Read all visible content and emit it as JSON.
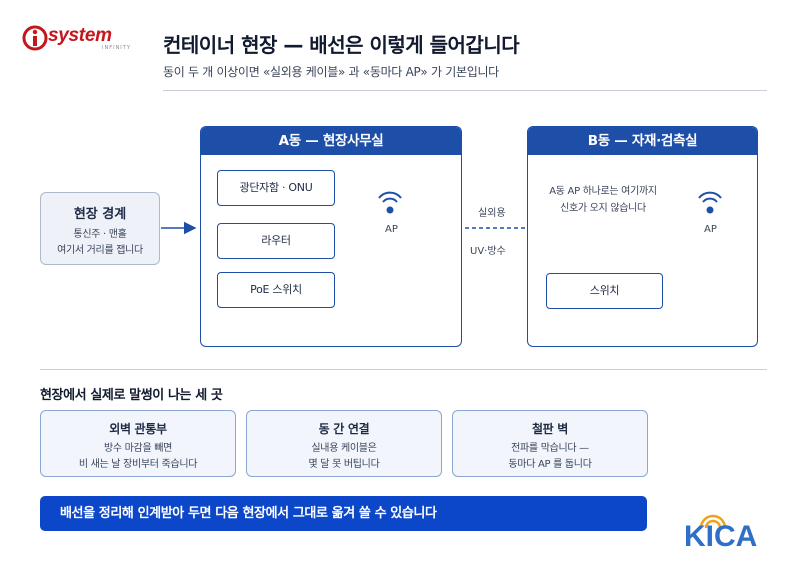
{
  "logo": {
    "wordmark": "system",
    "sub": "INFINITY"
  },
  "header": {
    "title": "컨테이너 현장 — 배선은 이렇게 들어갑니다",
    "subtitle": "동이 두 개 이상이면 «실외용 케이블» 과 «동마다 AP» 가 기본입니다"
  },
  "edge": {
    "title": "현장 경계",
    "line1": "통신주 · 맨홀",
    "line2": "여기서 거리를 잽니다"
  },
  "building_a": {
    "title": "A동 — 현장사무실",
    "devices": [
      "광단자함 · ONU",
      "라우터",
      "PoE 스위치"
    ],
    "ap_label": "AP"
  },
  "link": {
    "top_label": "실외용",
    "bottom_label": "UV·방수"
  },
  "building_b": {
    "title": "B동 — 자재·검측실",
    "note_line1": "A동 AP 하나로는 여기까지",
    "note_line2": "신호가 오지 않습니다",
    "switch": "스위치",
    "ap_label": "AP"
  },
  "hotspots": {
    "title": "현장에서 실제로 말썽이 나는 세 곳",
    "items": [
      {
        "title": "외벽 관통부",
        "line1": "방수 마감을 빼면",
        "line2": "비 새는 날 장비부터 죽습니다"
      },
      {
        "title": "동 간 연결",
        "line1": "실내용 케이블은",
        "line2": "몇 달 못 버팁니다"
      },
      {
        "title": "철판 벽",
        "line1": "전파를 막습니다 —",
        "line2": "동마다 AP 를 둡니다"
      }
    ]
  },
  "banner": {
    "text": "배선을 정리해 인계받아 두면 다음 현장에서 그대로 옮겨 쓸 수 있습니다"
  },
  "kica_logo": {
    "wordmark": "KICA"
  },
  "colors": {
    "primary": "#1e4fa8",
    "banner": "#0d47c9",
    "accent_red": "#c4161c",
    "kica_blue": "#2e6fc7",
    "kica_orange": "#f0a21a"
  }
}
